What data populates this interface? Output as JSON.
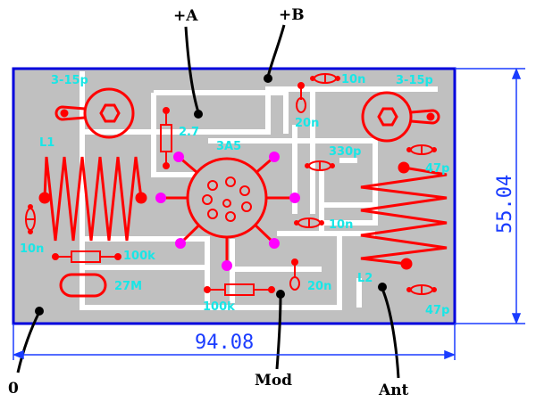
{
  "terminals": {
    "a": "+A",
    "b": "+B",
    "ground": "0",
    "mod": "Mod",
    "ant": "Ant"
  },
  "dimensions": {
    "width": "94.08",
    "height": "55.04"
  },
  "components": {
    "trimmer_left": "3-15p",
    "trimmer_right": "3-15p",
    "coil_l1": "L1",
    "coil_l2": "L2",
    "tube": "3A5",
    "r_27": "2.7",
    "c_10n_top": "10n",
    "c_20n_top": "20n",
    "c_330p": "330p",
    "c_47p_top": "47p",
    "c_10n_mid": "10n",
    "c_10n_left": "10n",
    "r_100k_left": "100k",
    "crystal_27m": "27M",
    "r_100k_bottom": "100k",
    "c_20n_bottom": "20n",
    "c_47p_bottom": "47p"
  },
  "colors": {
    "board": "#c0c0c0",
    "outline": "#0000dd",
    "traces": "#ffffff",
    "parts": "#ff0000",
    "pins": "#ff00ff",
    "labels": "#19e6e6",
    "dimension": "#1a3cff"
  }
}
